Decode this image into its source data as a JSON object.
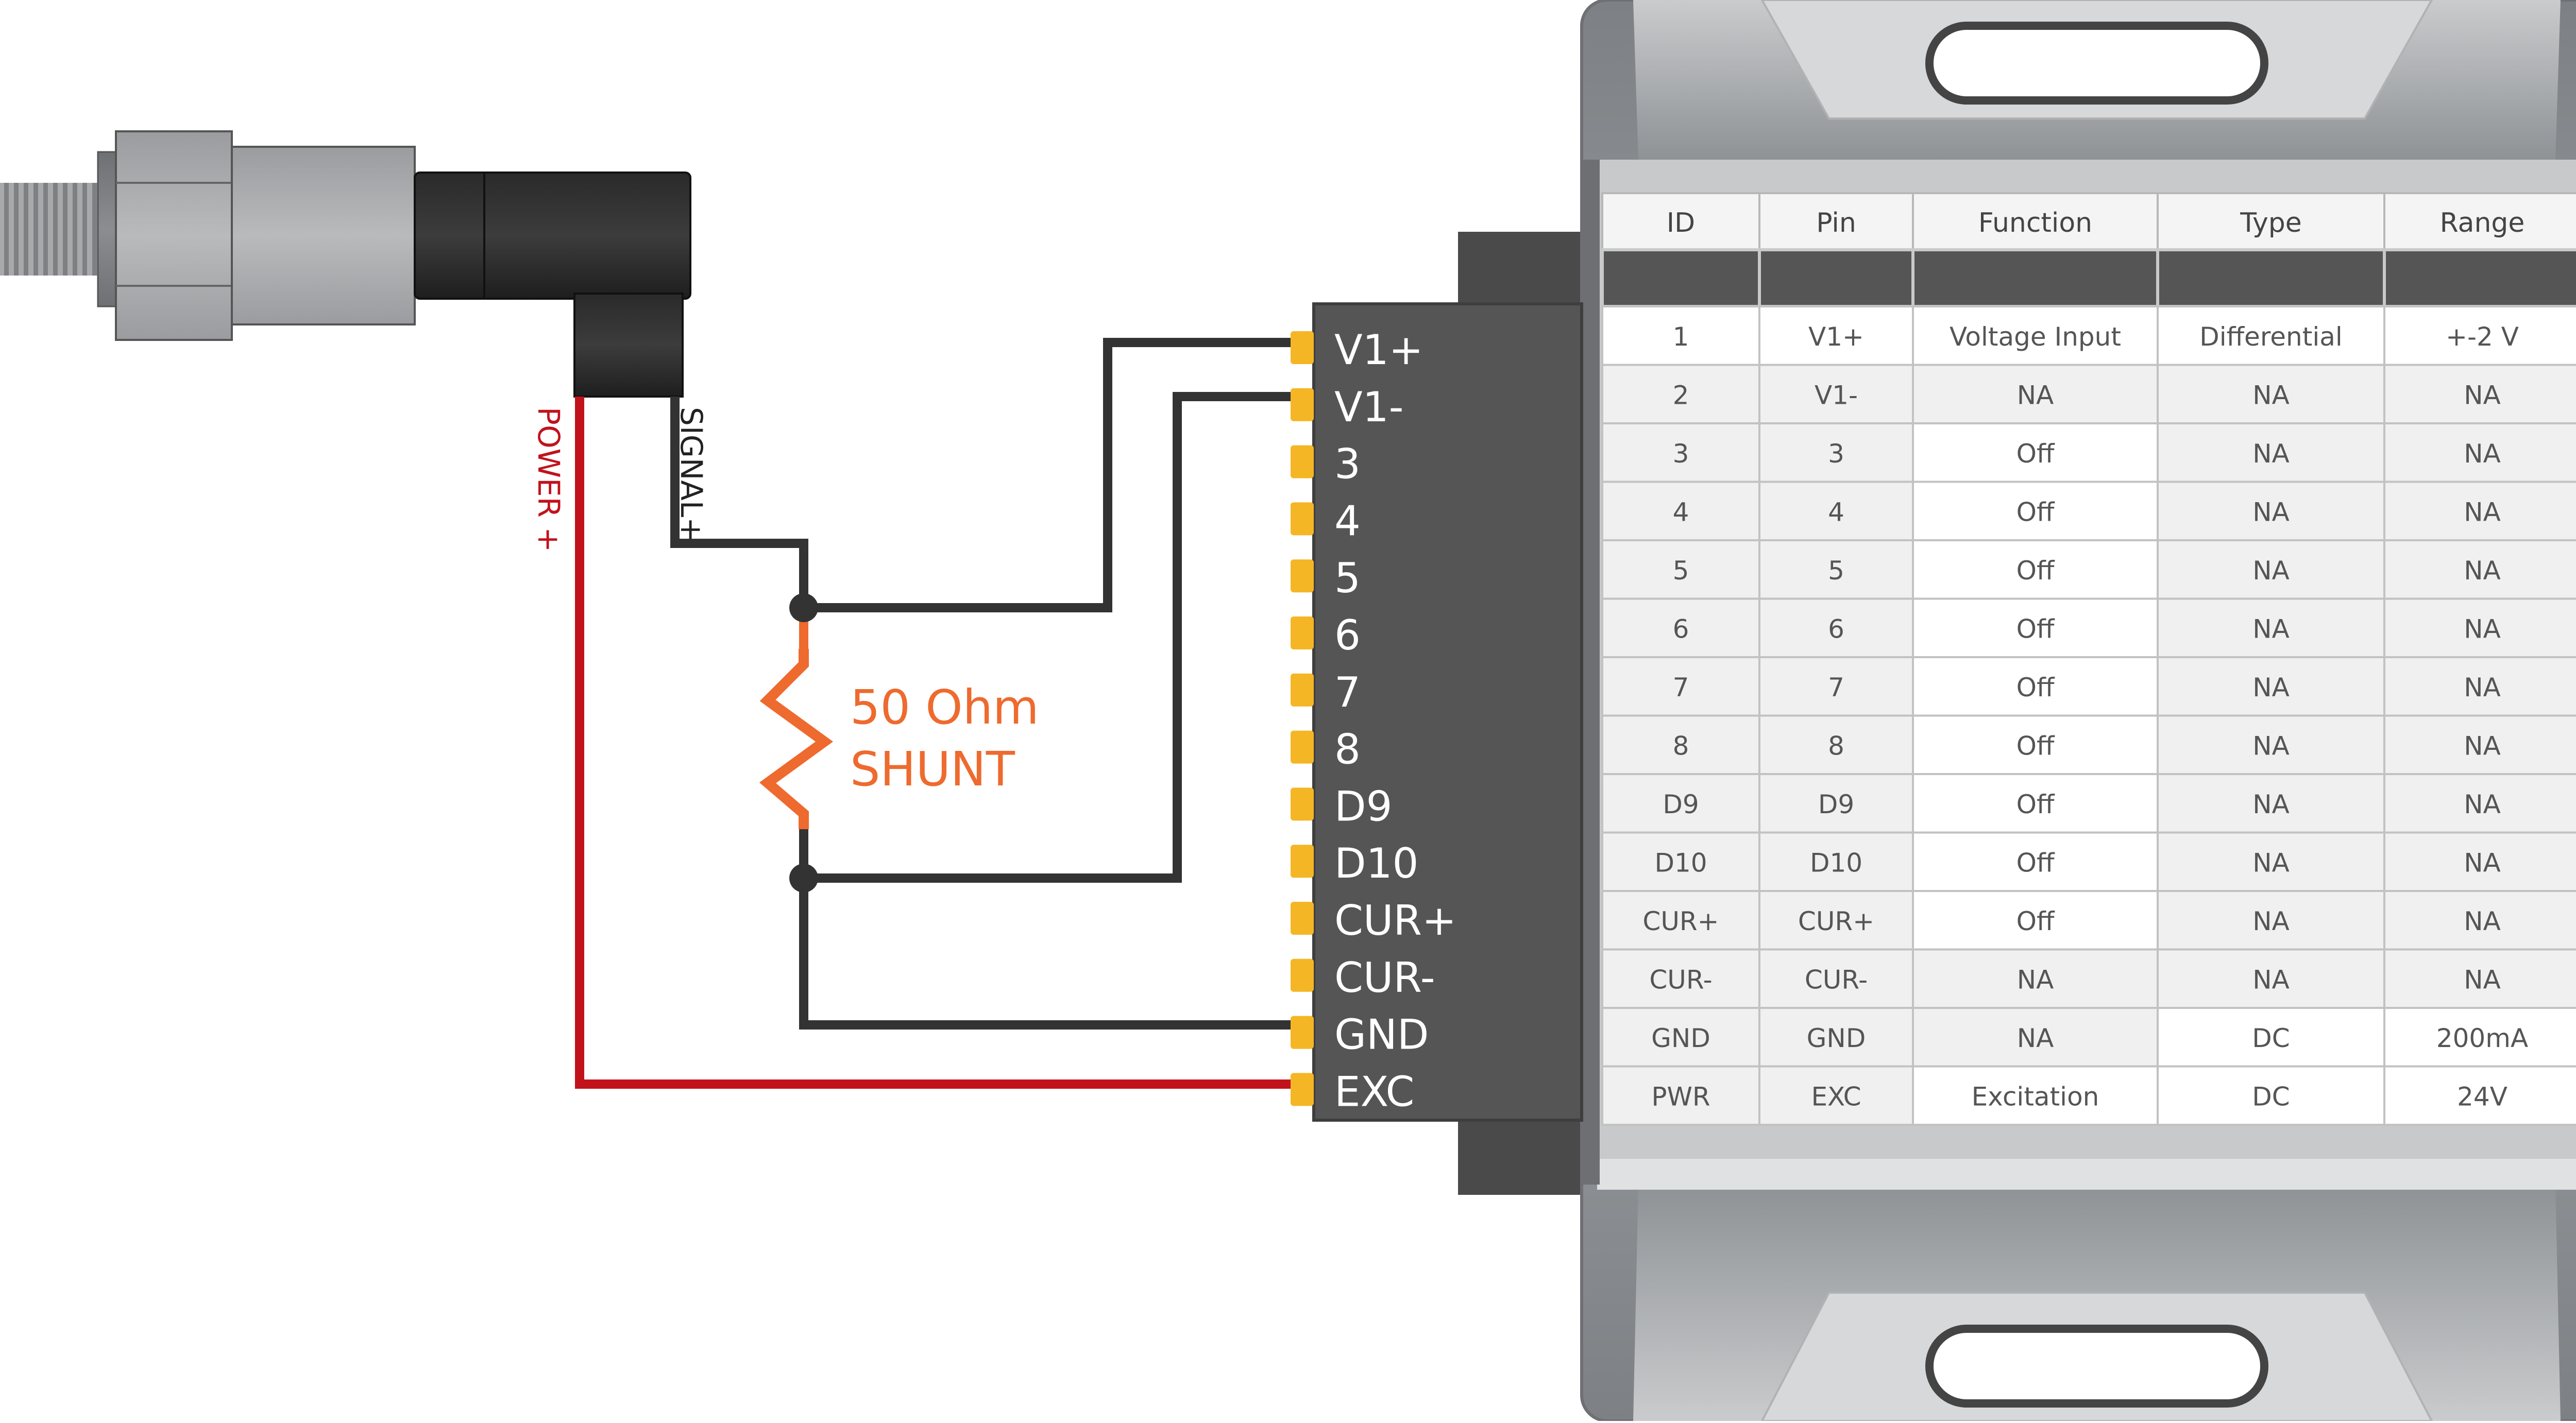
{
  "sensor": {
    "wire_power_label": "POWER +",
    "wire_signal_label": "SIGNAL+"
  },
  "shunt": {
    "line1": "50 Ohm",
    "line2": "SHUNT"
  },
  "connector": {
    "pins": [
      "V1+",
      "V1-",
      "3",
      "4",
      "5",
      "6",
      "7",
      "8",
      "D9",
      "D10",
      "CUR+",
      "CUR-",
      "GND",
      "EXC"
    ]
  },
  "pin_table": {
    "headers": [
      "ID",
      "Pin",
      "Function",
      "Type",
      "Range"
    ],
    "rows": [
      [
        "1",
        "V1+",
        "Voltage Input",
        "Differential",
        "+-2 V"
      ],
      [
        "2",
        "V1-",
        "NA",
        "NA",
        "NA"
      ],
      [
        "3",
        "3",
        "Off",
        "NA",
        "NA"
      ],
      [
        "4",
        "4",
        "Off",
        "NA",
        "NA"
      ],
      [
        "5",
        "5",
        "Off",
        "NA",
        "NA"
      ],
      [
        "6",
        "6",
        "Off",
        "NA",
        "NA"
      ],
      [
        "7",
        "7",
        "Off",
        "NA",
        "NA"
      ],
      [
        "8",
        "8",
        "Off",
        "NA",
        "NA"
      ],
      [
        "D9",
        "D9",
        "Off",
        "NA",
        "NA"
      ],
      [
        "D10",
        "D10",
        "Off",
        "NA",
        "NA"
      ],
      [
        "CUR+",
        "CUR+",
        "Off",
        "NA",
        "NA"
      ],
      [
        "CUR-",
        "CUR-",
        "NA",
        "NA",
        "NA"
      ],
      [
        "GND",
        "GND",
        "NA",
        "DC",
        "200mA"
      ],
      [
        "PWR",
        "EXC",
        "Excitation",
        "DC",
        "24V"
      ]
    ]
  },
  "colors": {
    "power_wire": "#c1121c",
    "signal_wire": "#333333",
    "shunt": "#ee6a2e",
    "pin_pad": "#f5b625",
    "connector_body": "#555555",
    "enclosure": "#8e9194"
  }
}
